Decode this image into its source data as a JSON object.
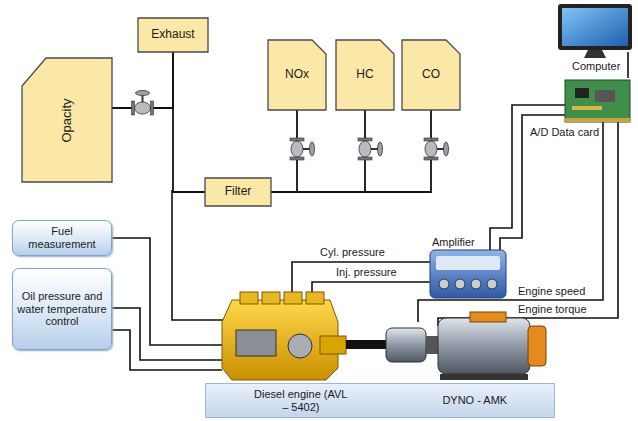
{
  "diagram": {
    "nodes": [
      {
        "text": [
          "Opacity"
        ]
      },
      {
        "text": [
          "Exhaust"
        ]
      },
      {
        "text": [
          "NOx"
        ]
      },
      {
        "text": [
          "HC"
        ]
      },
      {
        "text": [
          "CO"
        ]
      },
      {
        "text": [
          "Filter"
        ]
      },
      {
        "text": [
          "Fuel measurement"
        ]
      },
      {
        "text": [
          "Oil pressure and water temperature control"
        ]
      },
      {
        "text": [
          "Diesel engine (AVL – 5402)",
          "DYNO - AMK"
        ]
      }
    ],
    "edges": [
      {
        "from": 1,
        "to": 0,
        "arrow": "none"
      },
      {
        "from": 1,
        "to": 5,
        "arrow": "none"
      },
      {
        "from": 5,
        "to": 2,
        "arrow": "none"
      },
      {
        "from": 5,
        "to": 3,
        "arrow": "none"
      },
      {
        "from": 5,
        "to": 4,
        "arrow": "none"
      }
    ],
    "labels": [
      "Computer",
      "A/D Data card",
      "Amplifier",
      "Cyl. pressure",
      "Inj. pressure",
      "Engine speed",
      "Engine torque"
    ]
  }
}
